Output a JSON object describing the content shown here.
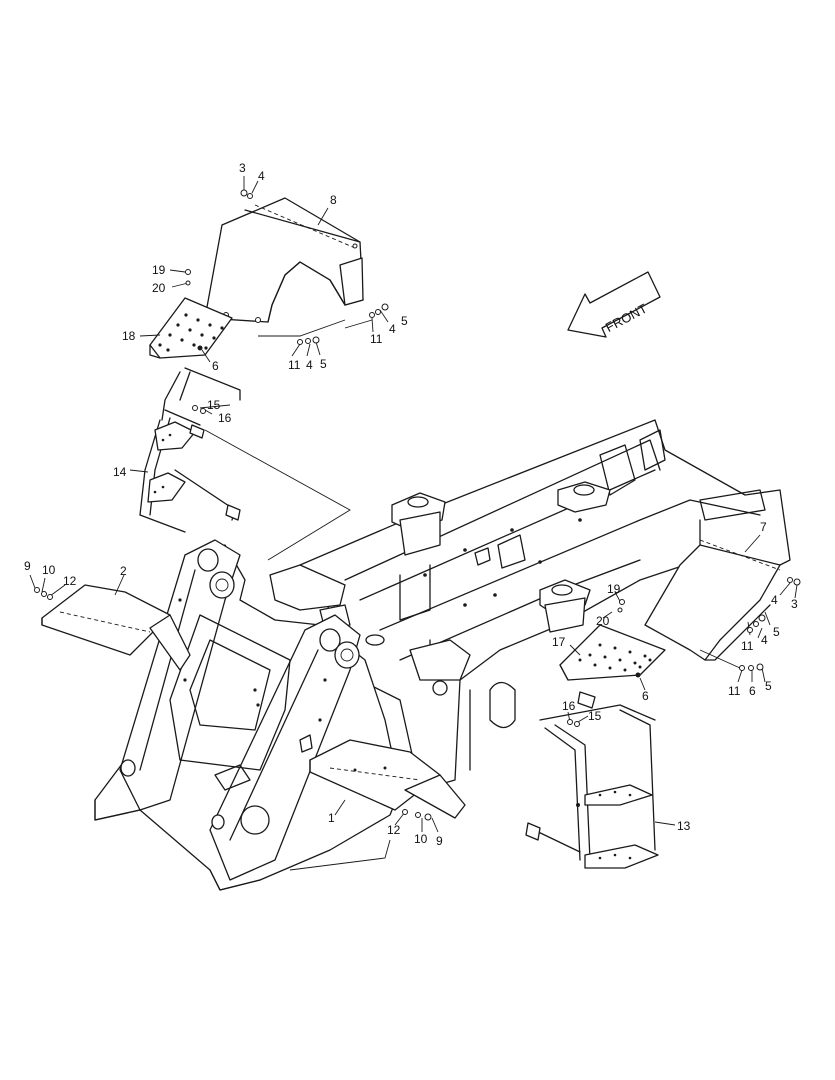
{
  "direction_arrow": {
    "label": "FRONT"
  },
  "callouts": [
    "1",
    "2",
    "3",
    "3",
    "4",
    "4",
    "4",
    "4",
    "4",
    "5",
    "5",
    "5",
    "5",
    "6",
    "6",
    "7",
    "8",
    "9",
    "9",
    "10",
    "10",
    "11",
    "11",
    "11",
    "11",
    "12",
    "12",
    "13",
    "14",
    "15",
    "15",
    "16",
    "16",
    "17",
    "18",
    "19",
    "19",
    "20",
    "20"
  ],
  "colors": {
    "line": "#1a1a1a",
    "background": "#ffffff"
  }
}
